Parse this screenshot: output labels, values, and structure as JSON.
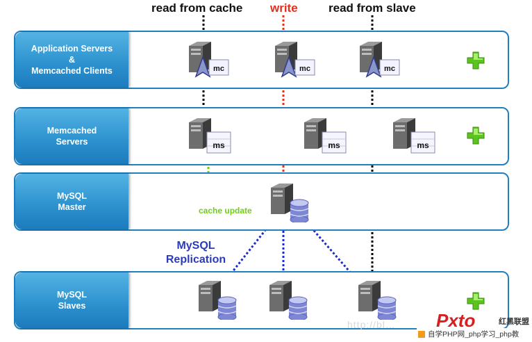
{
  "flows": {
    "read_from_cache": "read from cache",
    "write": "write",
    "read_from_slave": "read from slave"
  },
  "tiers": [
    {
      "label": "Application Servers\n&\nMemcached Clients"
    },
    {
      "label": "Memcached\nServers"
    },
    {
      "label": "MySQL\nMaster"
    },
    {
      "label": "MySQL\nSlaves"
    }
  ],
  "server_badges": {
    "client": "mc",
    "memcached": "ms"
  },
  "annotations": {
    "mysql_replication": "MySQL\nReplication",
    "cache_update": "cache update"
  },
  "watermark": {
    "url": "http://bl…",
    "brand": "Pxto",
    "cn": "红黑联盟",
    "sub": "自学PHP网_php学习_php教"
  },
  "colors": {
    "tier_border": "#1f7fc0",
    "read_line": "#000000",
    "write_line": "#e0301e",
    "replication_line": "#1a2ad0",
    "cache_update_line": "#6fd112",
    "add_icon": "#5cc41f"
  },
  "icons": {
    "add": "green-plus-icon",
    "app_server": "server-with-mc-badge-icon",
    "cache_server": "server-with-ms-badge-icon",
    "db_server": "server-with-database-icon"
  }
}
